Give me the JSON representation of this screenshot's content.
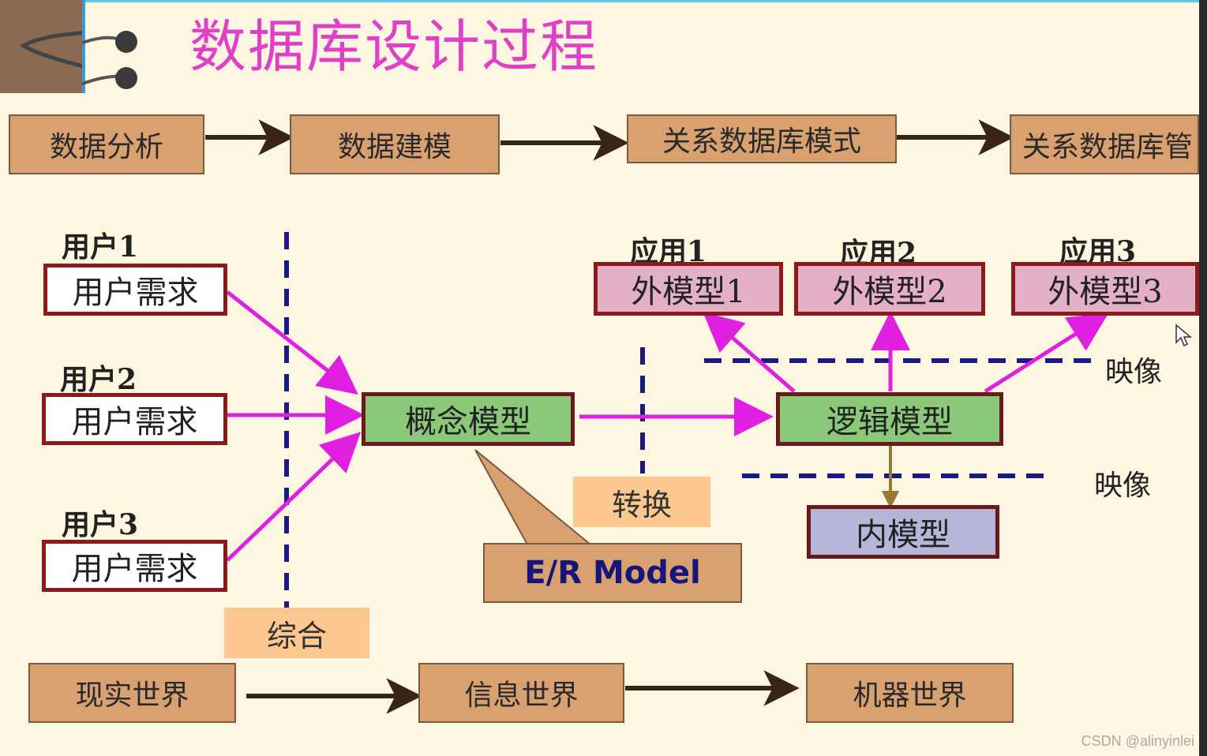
{
  "title": "数据库设计过程",
  "top_flow": [
    "数据分析",
    "数据建模",
    "关系数据库模式",
    "关系数据库管"
  ],
  "users": [
    {
      "label": "用户1",
      "box": "用户需求"
    },
    {
      "label": "用户2",
      "box": "用户需求"
    },
    {
      "label": "用户3",
      "box": "用户需求"
    }
  ],
  "concept_model": "概念模型",
  "logic_model": "逻辑模型",
  "internal_model": "内模型",
  "apps": [
    {
      "label": "应用1",
      "box": "外模型1"
    },
    {
      "label": "应用2",
      "box": "外模型2"
    },
    {
      "label": "应用3",
      "box": "外模型3"
    }
  ],
  "mapping_labels": [
    "映像",
    "映像"
  ],
  "convert_label": "转换",
  "synthesis_label": "综合",
  "er_model": "E/R Model",
  "bottom_flow": [
    "现实世界",
    "信息世界",
    "机器世界"
  ],
  "watermark": "CSDN @alinyinlei",
  "colors": {
    "title": "#e040c8",
    "tan_box": "#d9a070",
    "concept_green": "#8cc87a",
    "external_pink": "#e4b0c8",
    "internal_lavender": "#b6b6d8",
    "arrow_magenta": "#e020e0",
    "arrow_dark": "#3a2418",
    "dash_navy": "#1a1a80"
  }
}
